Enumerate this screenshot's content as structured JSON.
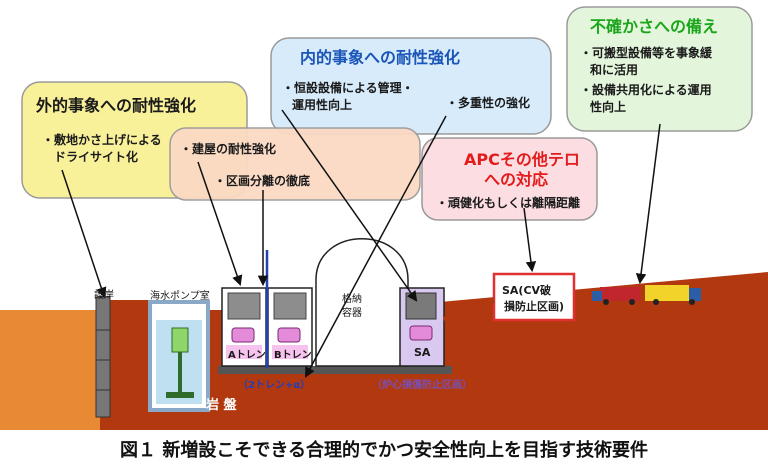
{
  "boxes": {
    "external": {
      "title": "外的事象への耐性強化",
      "item1_line1": "・敷地かさ上げによる",
      "item1_line2": "ドライサイト化",
      "color": "#f9f19a"
    },
    "internal": {
      "title": "内的事象への耐性強化",
      "item1_line1": "・恒設設備による管理・",
      "item1_line2": "運用性向上",
      "item2": "・多重性の強化",
      "color": "#d7ebfb"
    },
    "uncertainty": {
      "title": "不確かさへの備え",
      "item1_line1": "・可搬型設備等を事象緩",
      "item1_line2": "和に活用",
      "item2_line1": "・設備共用化による運用",
      "item2_line2": "性向上",
      "color": "#e3f6dc"
    },
    "building": {
      "item1": "・建屋の耐性強化",
      "item2": "・区画分離の徹底",
      "color": "#fbd9c4"
    },
    "apc": {
      "title_line1": "APCその他テロ",
      "title_line2": "への対応",
      "item1": "・頑健化もしくは離隔距離",
      "color": "#fbdde2"
    }
  },
  "plant": {
    "seawall": "護岸",
    "pump_room": "海水ポンプ室",
    "containment_line1": "格納",
    "containment_line2": "容器",
    "train_a": "Aトレン",
    "train_b": "Bトレン",
    "sa": "SA",
    "sa_cv_line1": "SA(CV破",
    "sa_cv_line2": "損防止区画)",
    "two_train": "（2トレン+α）",
    "core_damage": "（炉心損傷防止区画）",
    "bedrock": "岩 盤"
  },
  "colors": {
    "ground": "#b2380f",
    "soil": "#e88a33",
    "apc_title": "#e41b1b",
    "uncertainty_title": "#1aa51a",
    "internal_title": "#1a55b8",
    "external_title": "#1a1a1a"
  },
  "caption": "図１ 新増設こそできる合理的でかつ安全性向上を目指す技術要件"
}
